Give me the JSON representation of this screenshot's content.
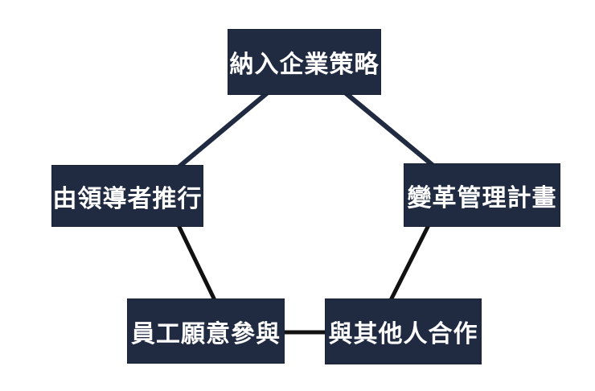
{
  "diagram": {
    "background_color": "#ffffff",
    "node_fill_color": "#202b42",
    "node_text_color": "#ffffff",
    "upper_connector_color": "#202b42",
    "lower_connector_color": "#111111",
    "nodes": [
      {
        "id": "top",
        "label": "納入企業策略"
      },
      {
        "id": "left",
        "label": "由領導者推行"
      },
      {
        "id": "right",
        "label": "變革管理計畫"
      },
      {
        "id": "bottom-left",
        "label": "員工願意參與"
      },
      {
        "id": "bottom-right",
        "label": "與其他人合作"
      }
    ]
  }
}
